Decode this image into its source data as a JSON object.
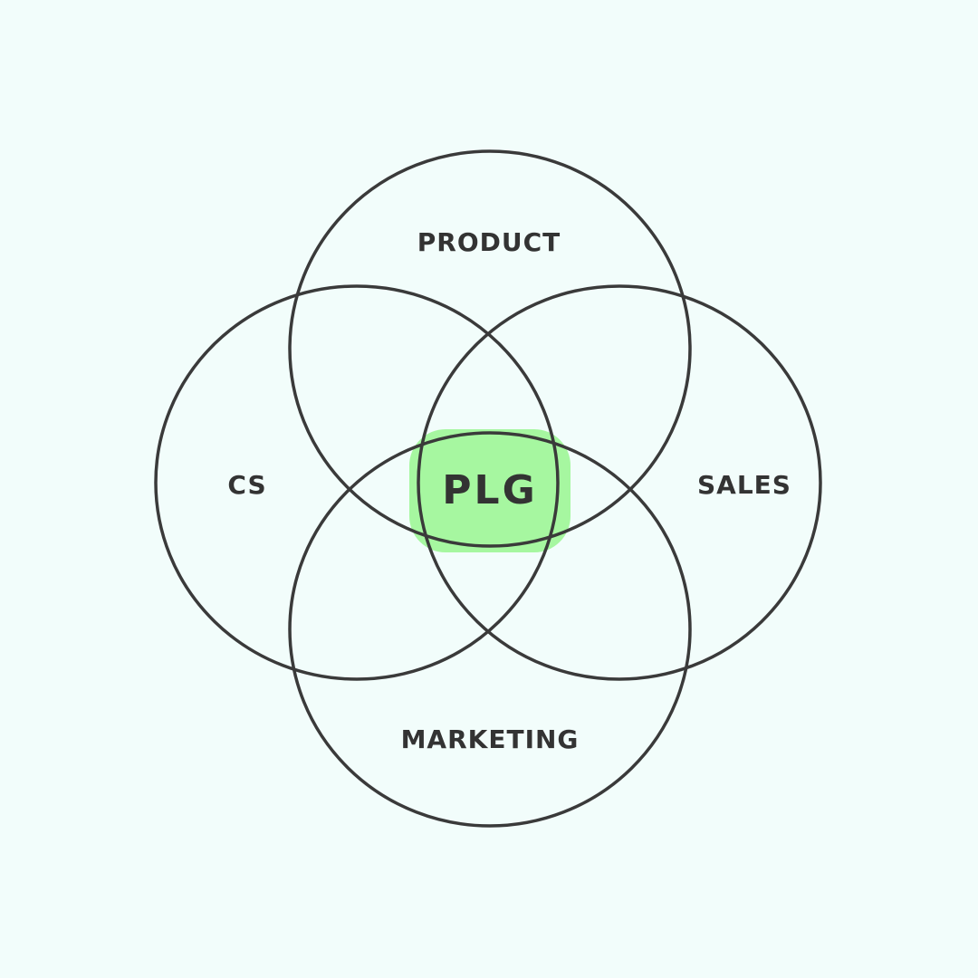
{
  "diagram": {
    "colors": {
      "background": "#f2fdfb",
      "stroke": "#3a3a3a",
      "highlight": "#a6f7a0",
      "text": "#333333"
    },
    "sets": {
      "top": "PRODUCT",
      "left": "CS",
      "right": "SALES",
      "bottom": "MARKETING"
    },
    "center": "PLG"
  }
}
